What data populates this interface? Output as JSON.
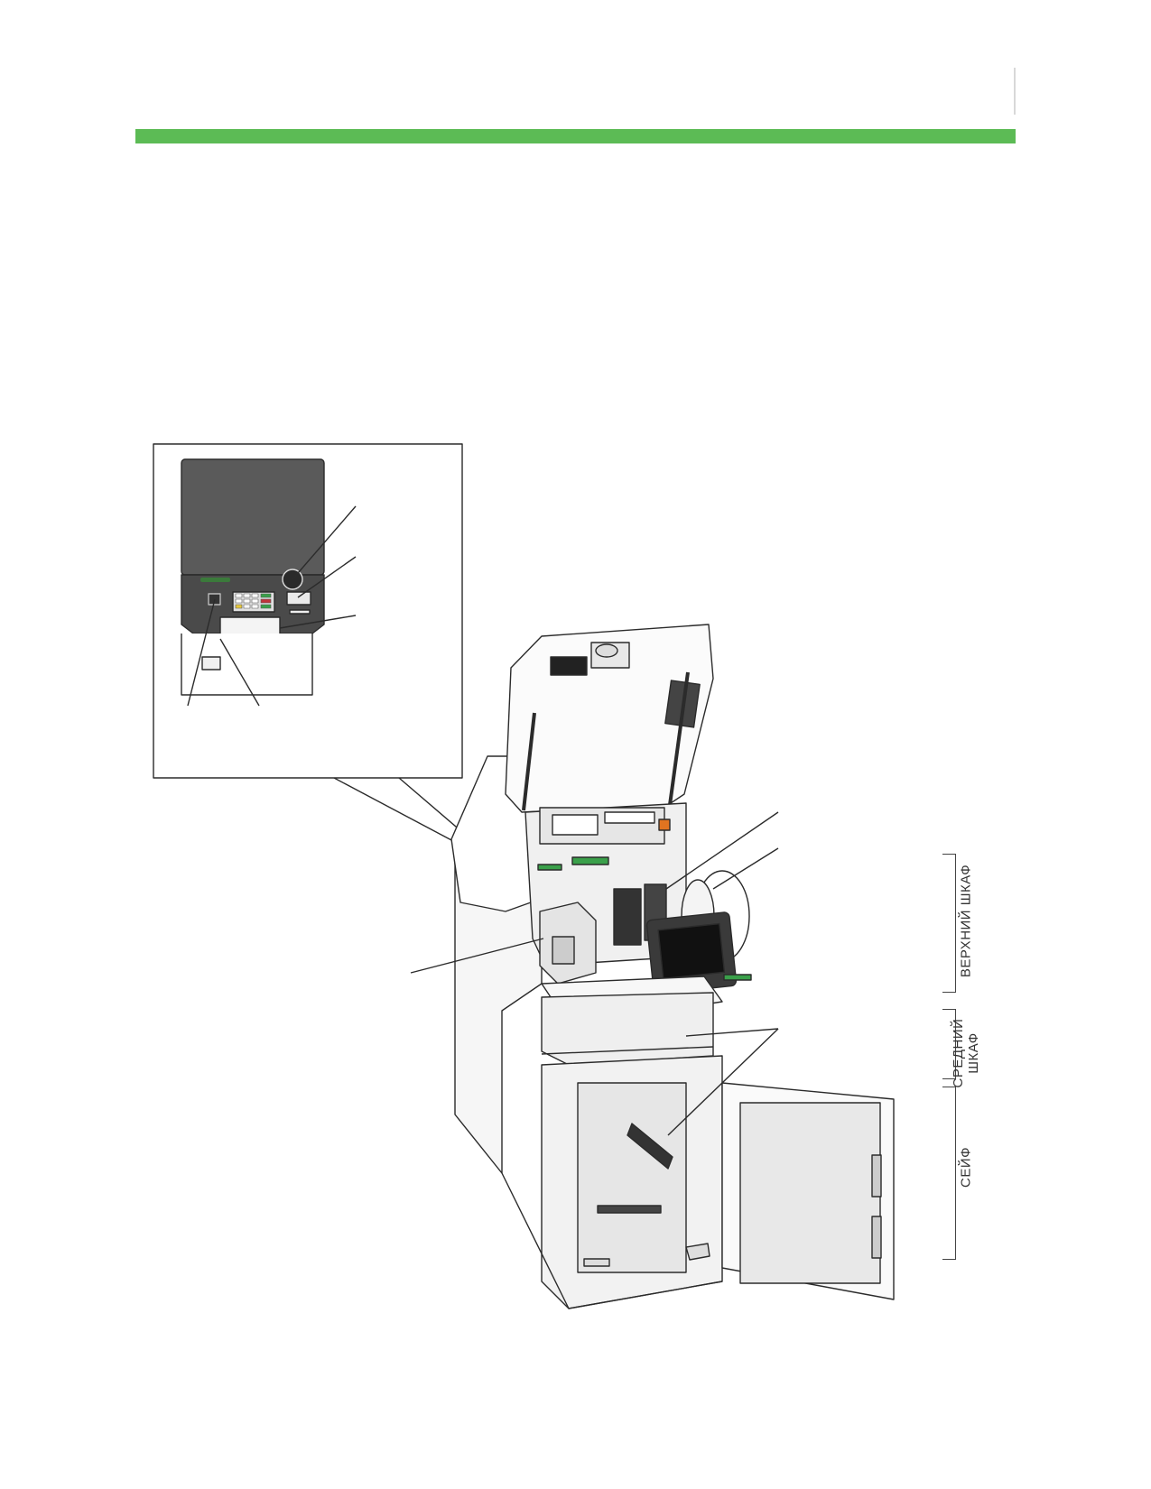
{
  "sections": {
    "upper": "ВЕРХНИЙ ШКАФ",
    "middle_line1": "СРЕДНИЙ",
    "middle_line2": "ШКАФ",
    "safe": "СЕЙФ"
  },
  "colors": {
    "accent_band": "#5cbb55",
    "drawing_outline": "#2b2b2b",
    "panel_dark": "#555555",
    "body_light": "#f2f2f2"
  },
  "icons": {
    "keypad": "keypad-icon",
    "card_reader": "card-reader-icon",
    "camera": "camera-icon",
    "display": "display-icon"
  }
}
